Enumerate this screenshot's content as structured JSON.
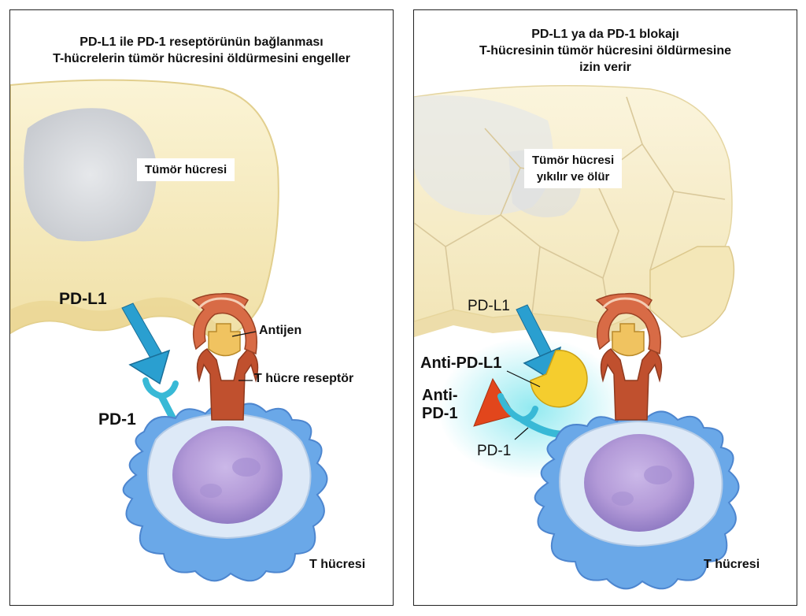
{
  "left": {
    "title_lines": [
      "PD-L1 ile PD-1 reseptörünün bağlanması",
      "T-hücrelerin tümör hücresini öldürmesini engeller"
    ],
    "tumor_label": "Tümör hücresi",
    "pdl1_label": "PD-L1",
    "pd1_label": "PD-1",
    "antigen_label": "Antijen",
    "tcr_label": "T hücre reseptör",
    "tcell_label": "T hücresi"
  },
  "right": {
    "title_lines": [
      "PD-L1 ya da PD-1 blokajı",
      "T-hücresinin tümör hücresini öldürmesine",
      "izin verir"
    ],
    "tumor_label_lines": [
      "Tümör hücresi",
      "yıkılır ve ölür"
    ],
    "pdl1_label": "PD-L1",
    "anti_pdl1_label": "Anti-PD-L1",
    "anti_pd1_lines": [
      "Anti-",
      "PD-1"
    ],
    "pd1_label": "PD-1",
    "tcell_label": "T hücresi"
  },
  "colors": {
    "tumor_cytoplasm": "#f6ecc0",
    "tumor_edge": "#e9d79b",
    "nucleus_gray": "#d5d8dc",
    "pd_receptor_blue": "#2a9fd0",
    "tcr_red": "#c0502e",
    "antigen_yellow": "#f0c360",
    "tcell_blue": "#5c9ee0",
    "tcell_nucleus": "#b8a4dc",
    "anti_pdl1_yellow": "#f5cd2e",
    "anti_pd1_red": "#e2461c",
    "glow_cyan": "#7fe6ee"
  }
}
